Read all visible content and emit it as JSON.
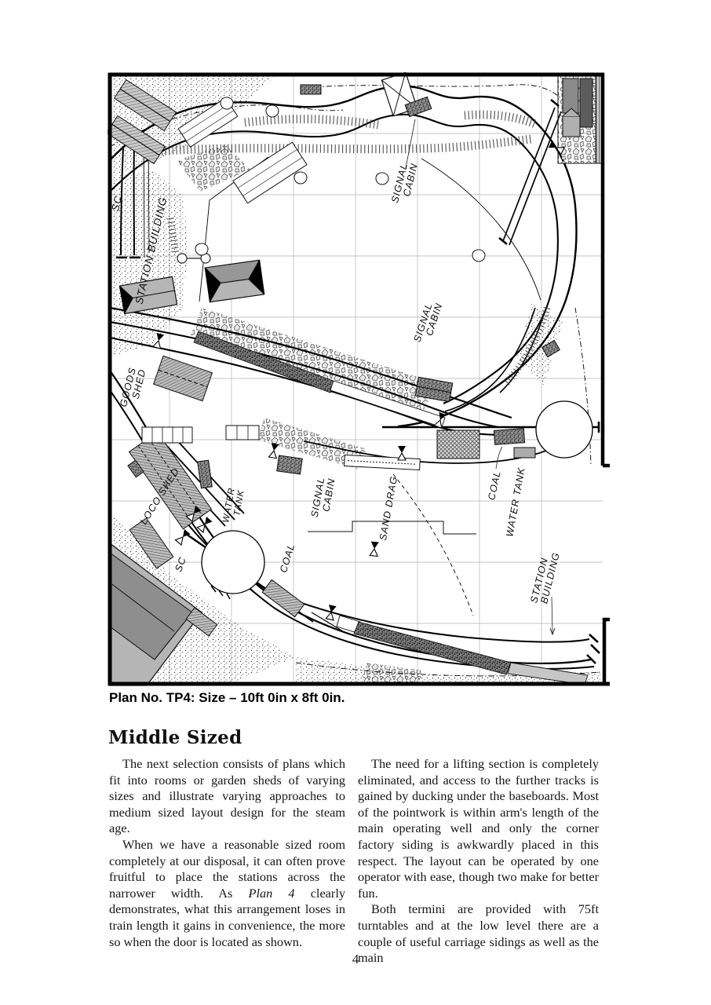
{
  "plan": {
    "caption": "Plan No. TP4: Size – 10ft 0in x 8ft 0in.",
    "labels": {
      "sc": "SC",
      "station": "STATION",
      "building": "BUILDING",
      "station_building": "STATION BUILDING",
      "signal": "SIGNAL",
      "cabin": "CABIN",
      "goods": "GOODS",
      "shed": "SHED",
      "loco_shed": "LOCO SHED",
      "water": "WATER",
      "tank": "TANK",
      "water_tank": "WATER TANK",
      "coal": "COAL",
      "sand_drag": "SAND DRAG"
    }
  },
  "article": {
    "heading": "Middle Sized",
    "col1_p1": "The next selection consists of plans which fit into rooms or garden sheds of varying sizes and illustrate varying approaches to medium sized layout design for the steam age.",
    "col1_p2_pre": "When we have a reasonable sized room completely at our disposal, it can often prove fruitful to place the stations across the narrower width. As ",
    "col1_p2_italic": "Plan 4",
    "col1_p2_post": " clearly demonstrates, what this arrangement loses in train length it gains in convenience, the more so when the door is located as shown.",
    "col2_p1": "The need for a lifting section is completely eliminated, and access to the further tracks is gained by ducking under the baseboards. Most of the pointwork is within arm's length of the main operating well and only the corner factory siding is awkwardly placed in this respect. The layout can be operated by one operator with ease, though two make for better fun.",
    "col2_p2": "Both termini are provided with 75ft turntables and at the low level there are a couple of useful carriage sidings as well as the main"
  },
  "page": {
    "number": "4"
  }
}
